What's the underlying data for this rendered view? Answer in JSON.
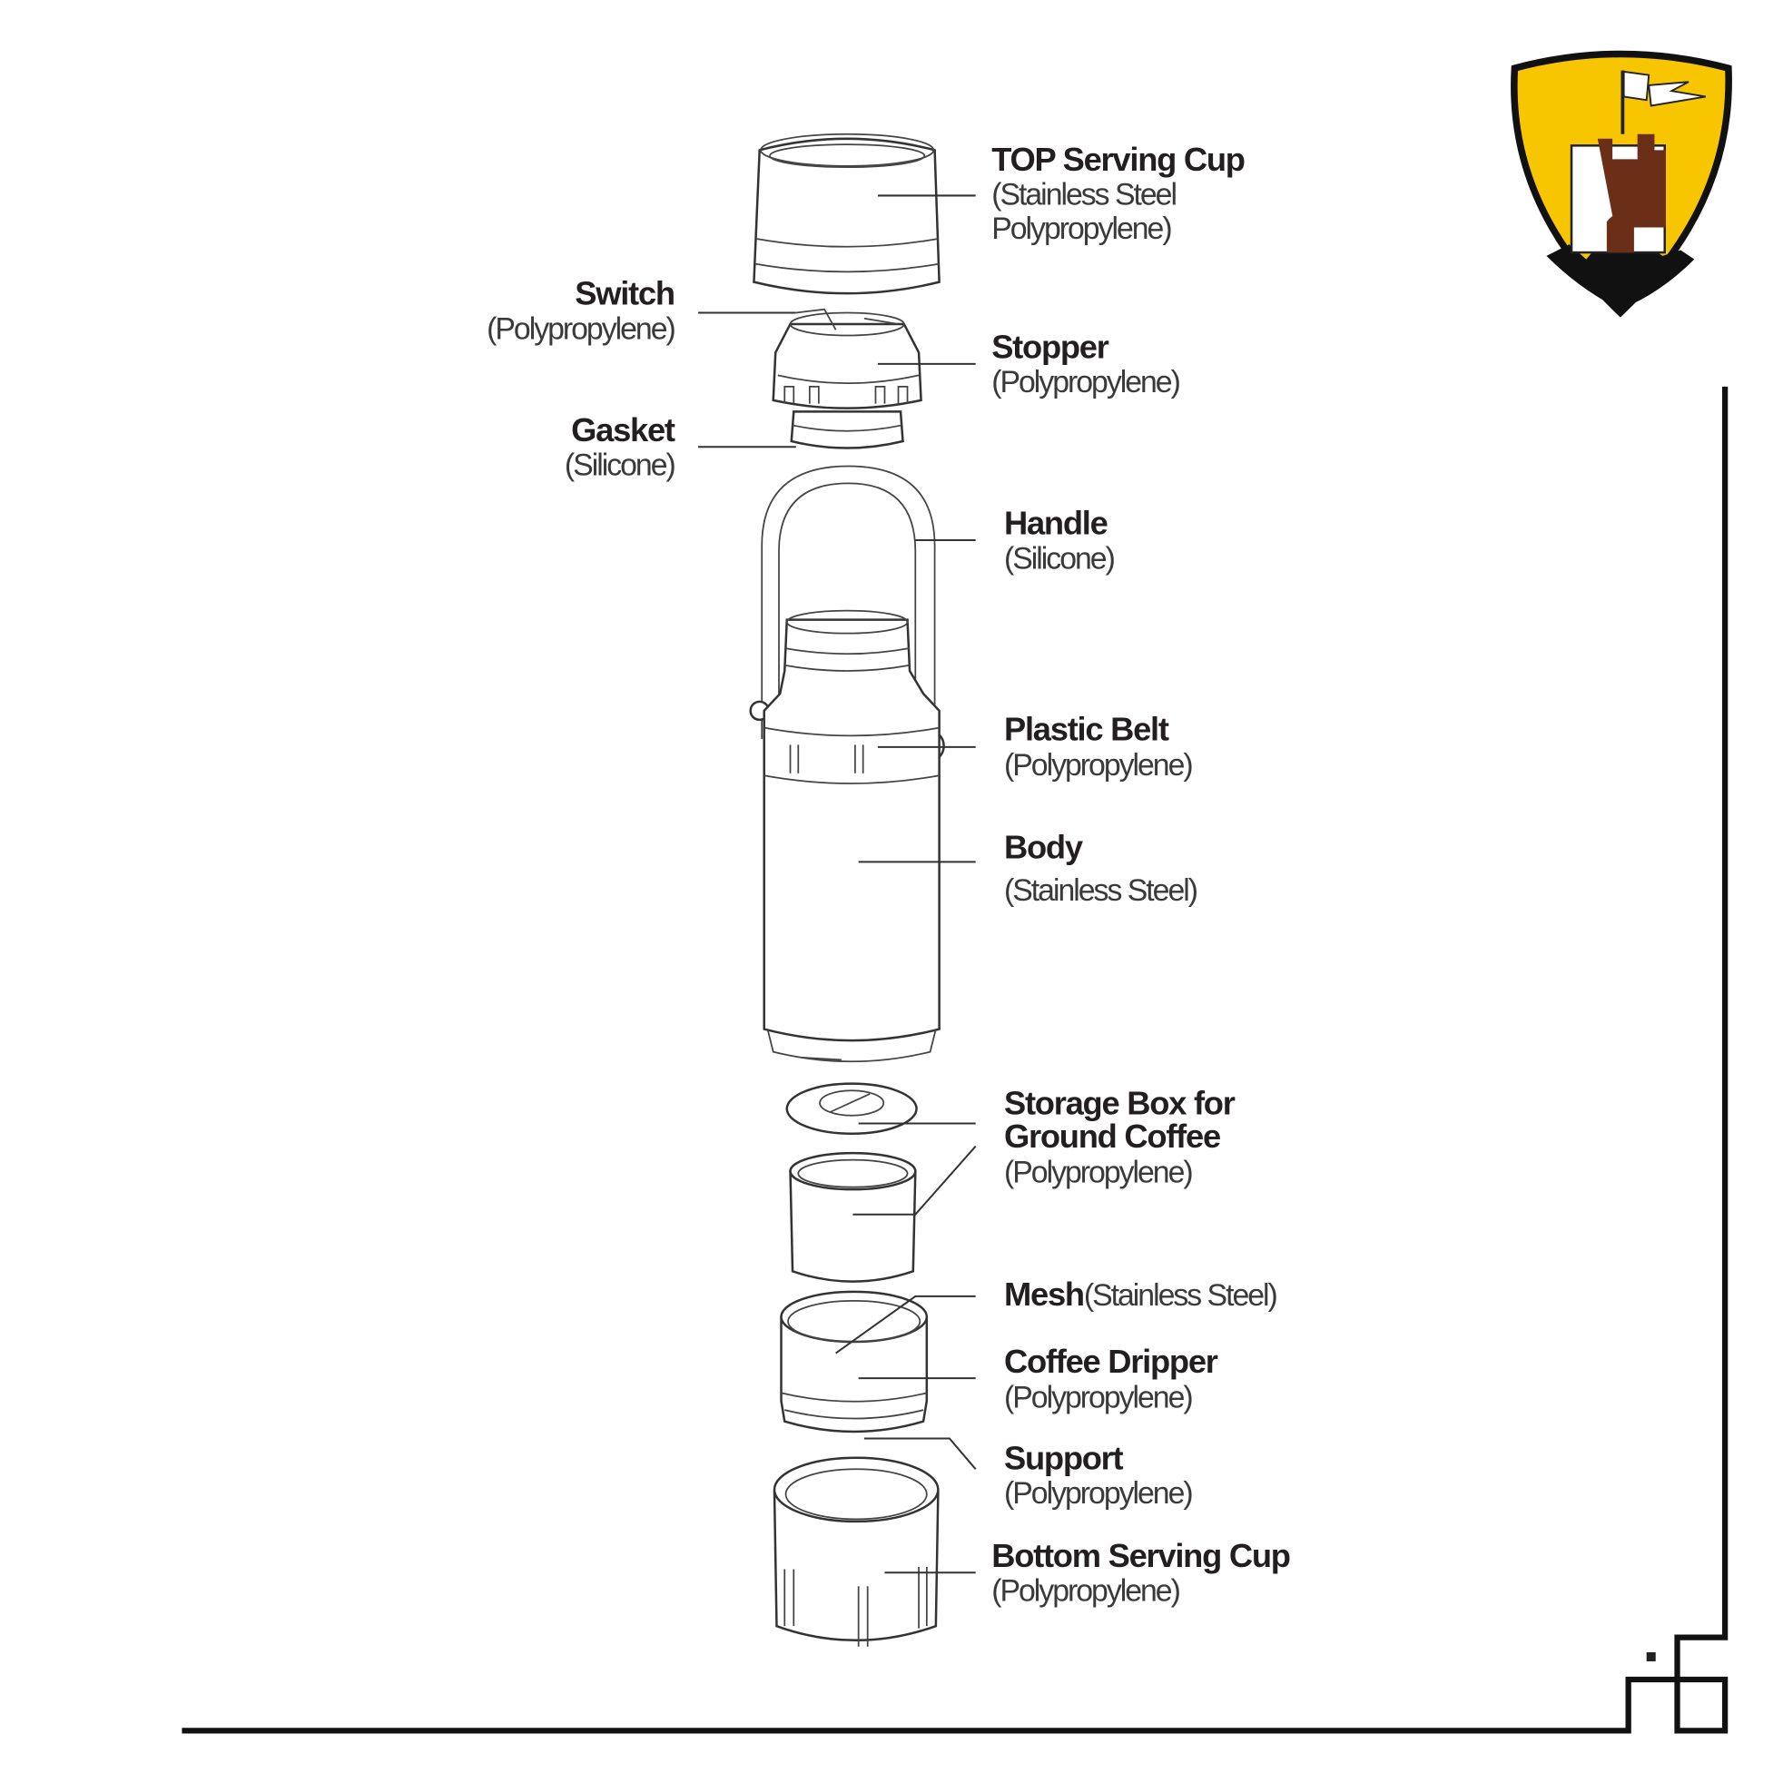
{
  "diagram": {
    "labels": {
      "top_cup": {
        "title": "TOP Serving Cup",
        "line1": "(Stainless Steel",
        "line2": "Polypropylene)"
      },
      "switch": {
        "title": "Switch",
        "material": "(Polypropylene)"
      },
      "stopper": {
        "title": "Stopper",
        "material": "(Polypropylene)"
      },
      "gasket": {
        "title": "Gasket",
        "material": "(Silicone)"
      },
      "handle": {
        "title": "Handle",
        "material": "(Silicone)"
      },
      "belt": {
        "title": "Plastic Belt",
        "material": "(Polypropylene)"
      },
      "body": {
        "title": "Body",
        "material": "(Stainless Steel)"
      },
      "storage": {
        "title1": "Storage Box for",
        "title2": "Ground Coffee",
        "material": "(Polypropylene)"
      },
      "mesh": {
        "title": "Mesh",
        "material": "(Stainless Steel)"
      },
      "dripper": {
        "title": "Coffee Dripper",
        "material": "(Polypropylene)"
      },
      "support": {
        "title": "Support",
        "material": "(Polypropylene)"
      },
      "bottom_cup": {
        "title": "Bottom Serving Cup",
        "material": "(Polypropylene)"
      }
    }
  },
  "logo": {
    "icon": "castle-shield-icon",
    "colors": {
      "yellow": "#f7c600",
      "brown": "#6b2e16",
      "black": "#111111"
    }
  }
}
